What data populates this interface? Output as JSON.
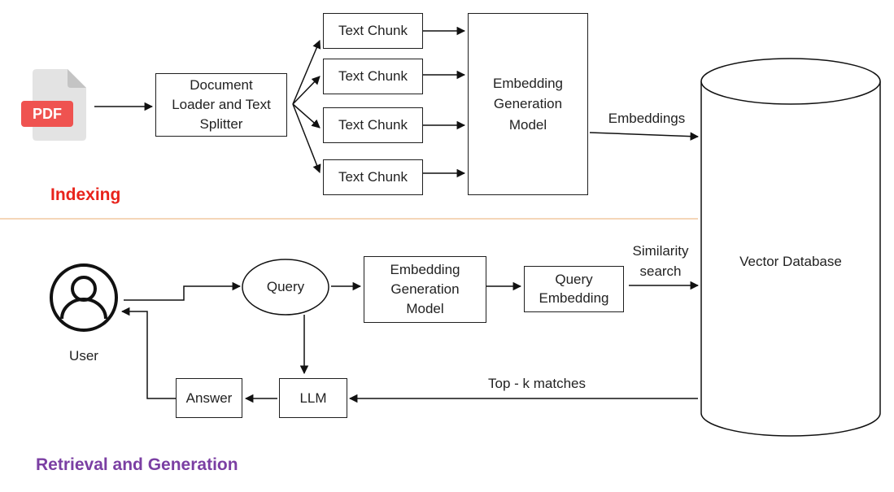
{
  "pdf": {
    "badge": "PDF",
    "icon": "pdf-file-icon",
    "badge_color": "#EF5350"
  },
  "indexing": {
    "title": "Indexing",
    "title_color": "#E8231B",
    "loader": "Document\nLoader and Text\nSplitter",
    "chunks": [
      "Text Chunk",
      "Text Chunk",
      "Text Chunk",
      "Text Chunk"
    ],
    "embed_model": "Embedding\nGeneration\nModel",
    "embeddings_label": "Embeddings"
  },
  "database": {
    "label": "Vector Database"
  },
  "retrieval": {
    "title": "Retrieval and Generation",
    "title_color": "#7B3FA3",
    "user_label": "User",
    "user_icon": "user-icon",
    "query": "Query",
    "embed_model": "Embedding\nGeneration\nModel",
    "query_embedding": "Query\nEmbedding",
    "similarity_label": "Similarity\nsearch",
    "topk_label": "Top - k matches",
    "llm": "LLM",
    "answer": "Answer"
  },
  "divider_color": "#F2C9A0"
}
